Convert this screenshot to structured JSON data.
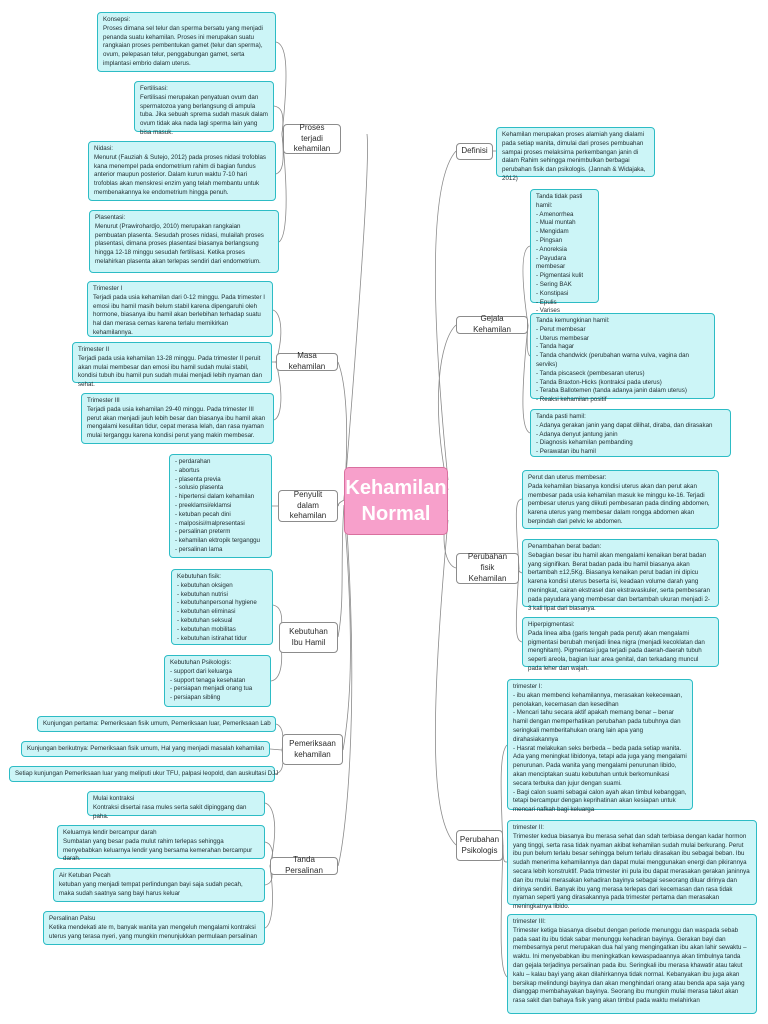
{
  "center": {
    "title": "Kehamilan Normal"
  },
  "branches": {
    "proses": "Proses terjadi kehamilan",
    "masa": "Masa kehamilan",
    "penyulit": "Penyulit dalam kehamilan",
    "kebutuhan": "Kebutuhan Ibu Hamil",
    "pemeriksaan": "Pemeriksaan kehamilan",
    "tanda_persalinan": "Tanda Persalinan",
    "definisi": "Definisi",
    "gejala": "Gejala Kehamilan",
    "perubahan_fisik": "Perubahan fisik Kehamilan",
    "perubahan_psikologis": "Perubahan Psikologis"
  },
  "leaves": {
    "konsepsi": "Konsepsi:\nProses dimana sel telur dan sperma bersatu yang menjadi penanda suatu kehamilan. Proses ini merupakan suatu rangkaian proses pembentukan gamet (telur dan sperma), ovum, pelepasan telur, penggabungan gamet, serta implantasi embrio dalam uterus.",
    "fertilisasi": "Fertilisasi:\nFertilisasi merupakan penyatuan ovum dan spermatozoa yang berlangsung di ampula tuba. Jika sebuah sprema sudah masuk dalam ovum tidak aka nada lagi sperma lain yang bisa masuk.",
    "nidasi": "Nidasi:\nMenurut (Fauziah & Sutejo, 2012) pada proses nidasi trofoblas kana  menempel pada endometrium rahim di bagian fundus anterior maupun posterior. Dalam kurun waktu 7-10 hari trofoblas akan menskresi enzim yang telah membantu untuk membenakannya ke endometrium hingga penuh.",
    "plasentasi": "Plasentasi:\nMenurut (Prawirohardjo, 2010) merupakan rangkaian pembuatan plasenta. Sesudah proses nidasi, mulailah proses plasentasi, dimana proses plasentasi biasanya berlangsung hingga 12-18 minggu sesudah fertilisasi. Ketika proses melahirkan plasenta akan terlepas sendiri dari endometrium.",
    "trimester1": "Trimester I\nTerjadi pada usia kehamilan dari 0-12 minggu. Pada trimester I emosi ibu hamil masih belum stabil karena dipengaruhi oleh hormone, biasanya ibu hamil akan berlebihan terhadap suatu hal dan merasa cemas karena terlalu memikirkan kehamilannya.",
    "trimester2": "Trimester II\nTerjadi pada usia kehamilan 13-28 minggu. Pada trimester II peruit akan mulai membesar dan emosi ibu hamil sudah mulai stabil, kondisi tubuh ibu hamil pun sudah mulai menjadi lebih nyaman dan sehat.",
    "trimester3": "Trimester III\nTerjadi pada usia kehamilan 29-40 minggu. Pada trimester III perut akan menjadi jauh lebih besar dan biasanya ibu hamil akan mengalami kesulitan tidur, cepat merasa lelah, dan rasa nyaman mulai terganggu karena kondisi perut yang makin membesar.",
    "penyulit": "- perdarahan\n- abortus\n- plasenta previa\n- solusio plasenta\n- hipertensi dalam kehamilan\n- preeklamsi/eklamsi\n- ketuban pecah dini\n- malposisi/malpresentasi\n- persalinan preterm\n- kehamilan ektropik terganggu\n- persalinan lama",
    "fisik": "Kebutuhan fisik:\n- kebutuhan oksigen\n- kebutuhan nutrisi\n- kebutuhanpersonal hygiene\n- kebutuhan eliminasi\n- kebutuhan seksual\n- kebutuhan mobilitas\n- kebutuhan istirahat tidur",
    "psikologis": "Kebutuhan Psikologis:\n- support dari keluarga\n- support tenaga kesehatan\n- persiapan menjadi orang tua\n- persiapan sibling",
    "kunjungan1": "Kunjungan pertama: Pemeriksaan fisik umum, Pemeriksaan luar, Pemeriksaan Lab",
    "kunjungan2": "Kunjungan berikutnya: Pemeriksaan fisik umum, Hal yang menjadi masalah kehamilan",
    "kunjungan3": "Setiap kunjungan Pemeriksaan luar yang meliputi ukur TFU, palpasi leopold, dan auskultasi DJJ",
    "kontraksi": "Mulai kontraksi\nKontraksi disertai rasa mules serta sakit dipinggang dan paha.",
    "lendir": "Keluarnya lendir bercampur darah\nSumbatan yang besar pada mulut rahim terlepas sehingga menyebabkan keluarnya lendir yang bersama kemerahan bercampur darah.",
    "ketuban": "Air Ketuban Pecah\nketuban yang menjadi tempat perlindungan bayi saja sudah pecah, maka sudah saatnya sang bayi harus keluar",
    "palsu": "Persalinan Palsu\nKetika mendekati ate m, banyak wanita yan mengeluh mengalami kontraksi uterus yang terasa nyeri, yang mungkin menunjukkan permulaan persalinan",
    "definisi": "Kehamilan merupakan proses alamiah yang dialami pada setiap wanita, dimulai dari proses pembuahan sampai proses melaksirna perkembangan janin di dalam Rahim sehingga menimbulkan berbagai perubahan fisik dan psikologis. (Jannah & Widajaka, 2012)",
    "tidak_pasti": "Tanda tidak pasti hamil:\n- Amenorrhea\n- Mual muntah\n- Mengidam\n- Pingsan\n- Anoreksia\n- Payudara membesar\n- Pigmentasi kulit\n- Sering BAK\n- Konstipasi\n- Epulis\n- Varises",
    "kemungkinan": "Tanda kemungkinan hamil:\n- Perut membesar\n- Uterus membesar\n- Tanda hagar\n- Tanda chandwick (perubahan warna vulva, vagina dan serviks)\n- Tanda piscaseck (pembesaran uterus)\n- Tanda Braxton-Hicks (kontraksi pada uterus)\n- Teraba Ballotemen (tanda adanya janin dalam uterus)\n- Reaksi kehamilan positif",
    "pasti": "Tanda pasti hamil:\n- Adanya gerakan janin yang dapat dilihat, diraba, dan dirasakan\n- Adanya denyut jantung janin\n- Diagnosis kehamilan pembanding\n- Perawatan ibu hamil",
    "perut": "Perut dan uterus membesar:\nPada kehamilan biasanya kondisi uterus akan dan perut akan membesar pada usia kehamilan masuk ke minggu ke-16. Terjadi pembesar uterus yang diikuti pembesaran pada dinding abdomen, karena uterus yang membesar dalam rongga abdomen akan berpindah dari pelvic ke abdomen.",
    "berat": "Penambahan berat badan:\nSebagian besar ibu hamil akan mengalami kenaikan berat badan yang signifikan. Berat badan pada ibu hamil biasanya akan bertambah ±12,5Kg. Biasanya kenaikan perut badan ini dipicu karena kondisi uterus beserta isi, keadaan volume darah yang meningkat, cairan ekstrasel dan ekstravaskuler, serta pembesaran pada payudara yang membesar dan bertambah ukuran menjadi 2-3 kali lipat dari biasanya.",
    "pigmentasi": "Hiperpigmentasi:\nPada linea alba (garis tengah pada perut) akan mengalami pigmentasi berubah menjadi linea nigra (menjadi kecoklatan dan menghitam). Pigmentasi juga terjadi pada daerah-daerah tubuh seperti areola, bagian luar area genital, dan terkadang muncul pada leher dan wajah.",
    "psi1": "trimester I:\n- ibu akan membenci kehamilannya, merasakan kekecewaan, penolakan, kecemasan dan kesedihan\n- Mencari tahu secara aktif apakah memang benar – benar hamil dengan memperhatikan perubahan pada tubuhnya dan seringkali memberitahukan orang lain apa yang dirahasiakannya\n- Hasrat melakukan seks berbeda – beda pada setiap wanita. Ada yang meningkat libidonya, tetapi ada juga yang mengalami penurunan. Pada wanita yang mengalami penurunan libido, akan menciptakan suatu kebutuhan untuk berkomunikasi secara terbuka dan jujur dengan suami.\n- Bagi calon suami sebagai calon ayah akan timbul kebanggan, tetapi bercampur dengan keprihatinan akan kesiapan untuk mencari nafkah bagi keluarga",
    "psi2": "trimester II:\nTrimester kedua biasanya ibu merasa sehat dan sdah terbiasa dengan kadar hormon yang tinggi, serta rasa tidak nyaman akibat kehamilan sudah mulai berkurang. Perut ibu pun belum terlalu besar sehingga belum terlalu dirasakan ibu sebagai beban. Ibu sudah menerima kehamilannya dan dapat mulai menggunakan energi dan pikirannya secara lebih konstruktif. Pada trimester ini pula ibu dapat merasakan gerakan janinnya dan ibu mulai merasakan kehadiran bayinya sebagai seseorang diluar dirinya dan dirinya sendiri. Banyak ibu yang merasa terlepas dari kecemasan dan rasa tidak nyaman seperti yang dirasakannya pada trimester pertama dan merasakan meningkatnya libido.",
    "psi3": "trimester III:\nTrimester ketiga biasanya disebut dengan periode menunggu dan waspada sebab pada saat itu ibu tidak sabar menunggu kehadiran bayinya. Gerakan bayi dan membesarnya perut merupakan dua hal yang mengingatkan ibu akan lahir sewaktu – waktu. Ini menyebabkan ibu meningkatkan kewaspadaannya akan timbulnya tanda dan gejala terjadinya persalinan pada ibu. Seringkali ibu merasa khawatir atau takut kalu – kalau bayi yang akan dilahirkannya tidak normal. Kebanyakan ibu juga akan bersikap melindungi bayinya dan akan menghindari orang atau benda apa saja yang dianggap membahayakan bayinya. Seorang ibu mungkin mulai merasa takut akan rasa sakit dan bahaya fisik yang akan timbul pada waktu melahirkan"
  }
}
